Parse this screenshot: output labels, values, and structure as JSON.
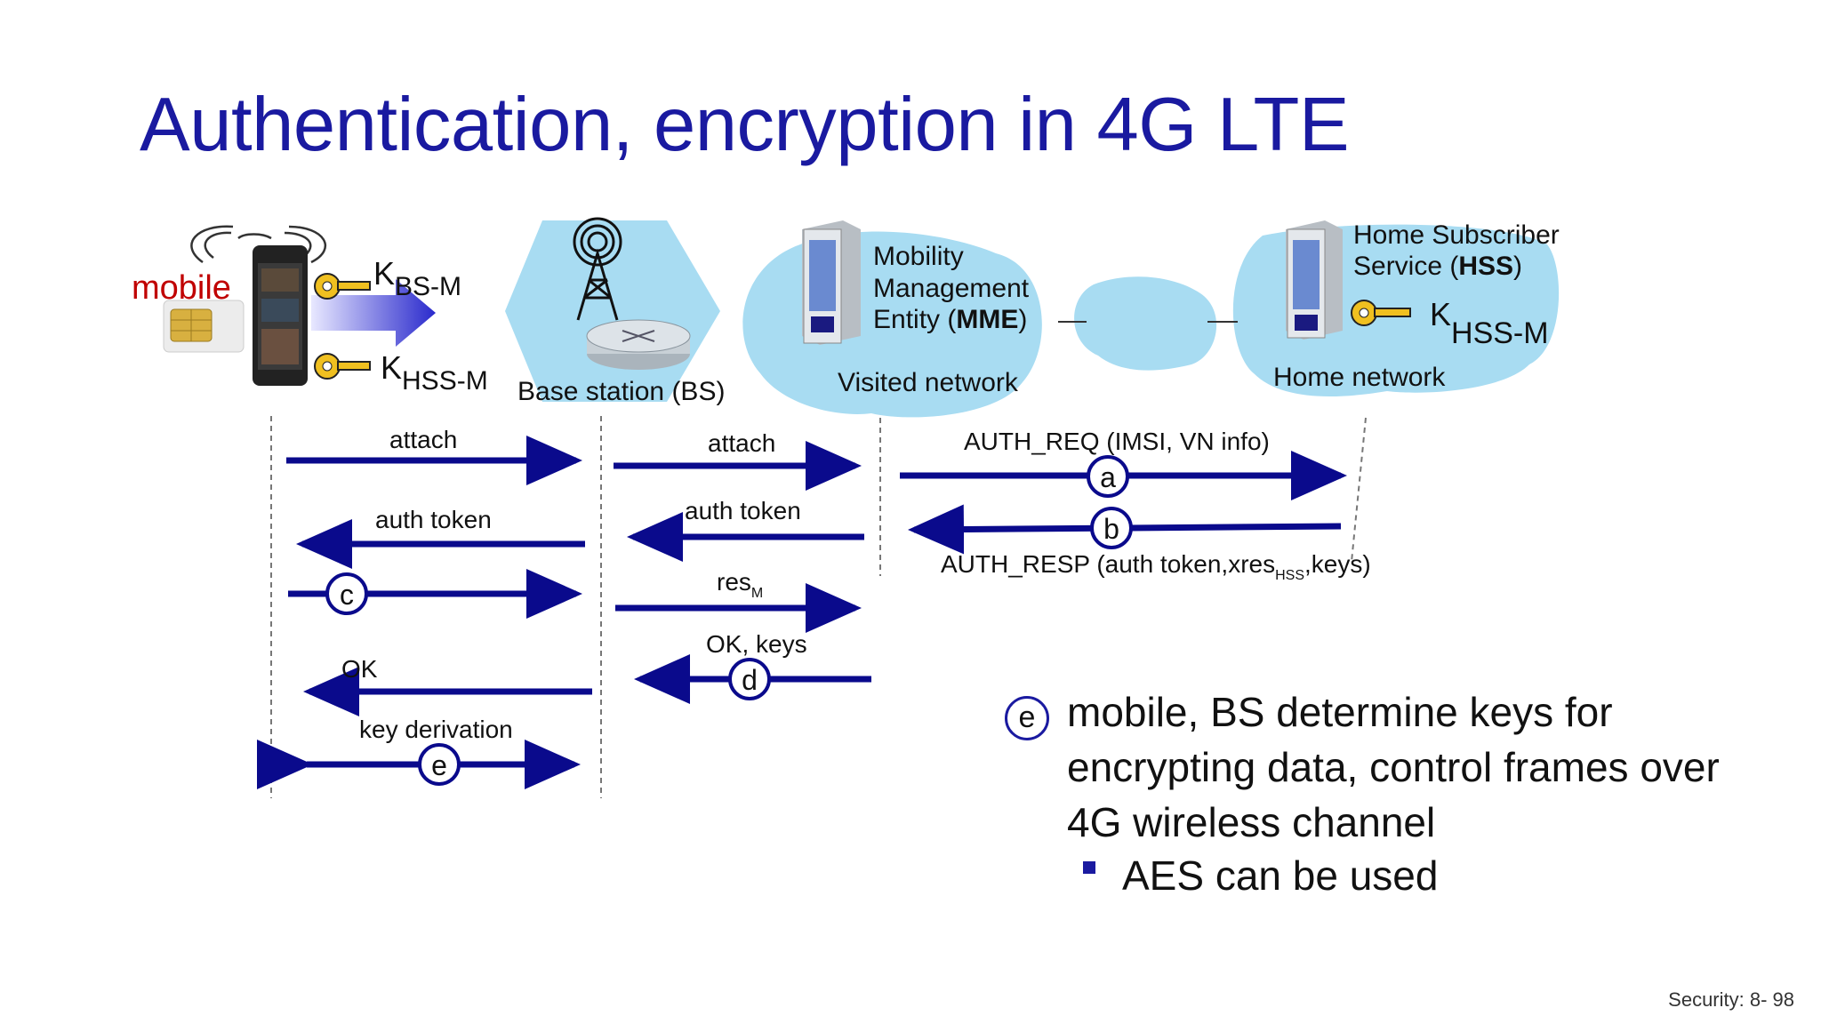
{
  "title": "Authentication, encryption in 4G LTE",
  "entities": {
    "mobile": "mobile",
    "base_station": "Base station (BS)",
    "mme_line1": "Mobility",
    "mme_line2": "Management",
    "mme_line3a": "Entity (",
    "mme_line3b": "MME",
    "mme_line3c": ")",
    "visited_network": "Visited network",
    "hss_line1": "Home Subscriber",
    "hss_line2a": "Service (",
    "hss_line2b": "HSS",
    "hss_line2c": ")",
    "home_network": "Home network"
  },
  "keys": {
    "k": "K",
    "bs_m": "BS-M",
    "hss_m": "HSS-M"
  },
  "messages": {
    "attach1": "attach",
    "attach2": "attach",
    "auth_req": "AUTH_REQ (IMSI, VN info)",
    "auth_token1": "auth token",
    "auth_token2": "auth token",
    "auth_resp_a": "AUTH_RESP (auth token,xres",
    "auth_resp_sub": "HSS",
    "auth_resp_b": ",keys)",
    "res": "res",
    "res_sub": "M",
    "ok_keys": "OK, keys",
    "ok": "OK",
    "key_derivation": "key derivation"
  },
  "steps": {
    "a": "a",
    "b": "b",
    "c": "c",
    "d": "d",
    "e": "e"
  },
  "bullet": {
    "line1": "mobile, BS determine keys for",
    "line2": "encrypting data, control frames over",
    "line3": "4G wireless channel",
    "sub": "AES can be used"
  },
  "footer": "Security: 8- 98",
  "colors": {
    "title": "#1a1aa0",
    "arrow": "#0a0a8c",
    "cloud": "#a8dcf2",
    "mobile_label": "#c00000",
    "key": "#f0c020"
  }
}
